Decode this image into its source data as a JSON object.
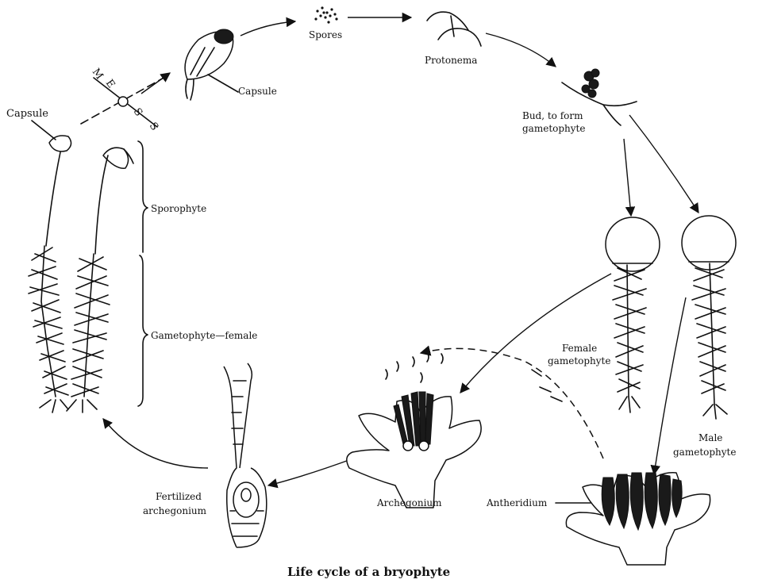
{
  "diagram": {
    "title": "Life cycle of a bryophyte",
    "labels": {
      "capsule_left": "Capsule",
      "capsule_top": "Capsule",
      "spores": "Spores",
      "protonema": "Protonema",
      "bud_line1": "Bud, to form",
      "bud_line2": "gametophyte",
      "sporophyte": "Sporophyte",
      "gametophyte_female": "Gametophyte—female",
      "female_gam_line1": "Female",
      "female_gam_line2": "gametophyte",
      "male_gam_line1": "Male",
      "male_gam_line2": "gametophyte",
      "archegonium": "Archegonium",
      "antheridium": "Antheridium",
      "fert_line1": "Fertilized",
      "fert_line2": "archegonium"
    },
    "compass": {
      "m": "M",
      "e": "E",
      "s1": "S",
      "s2": "S"
    }
  }
}
